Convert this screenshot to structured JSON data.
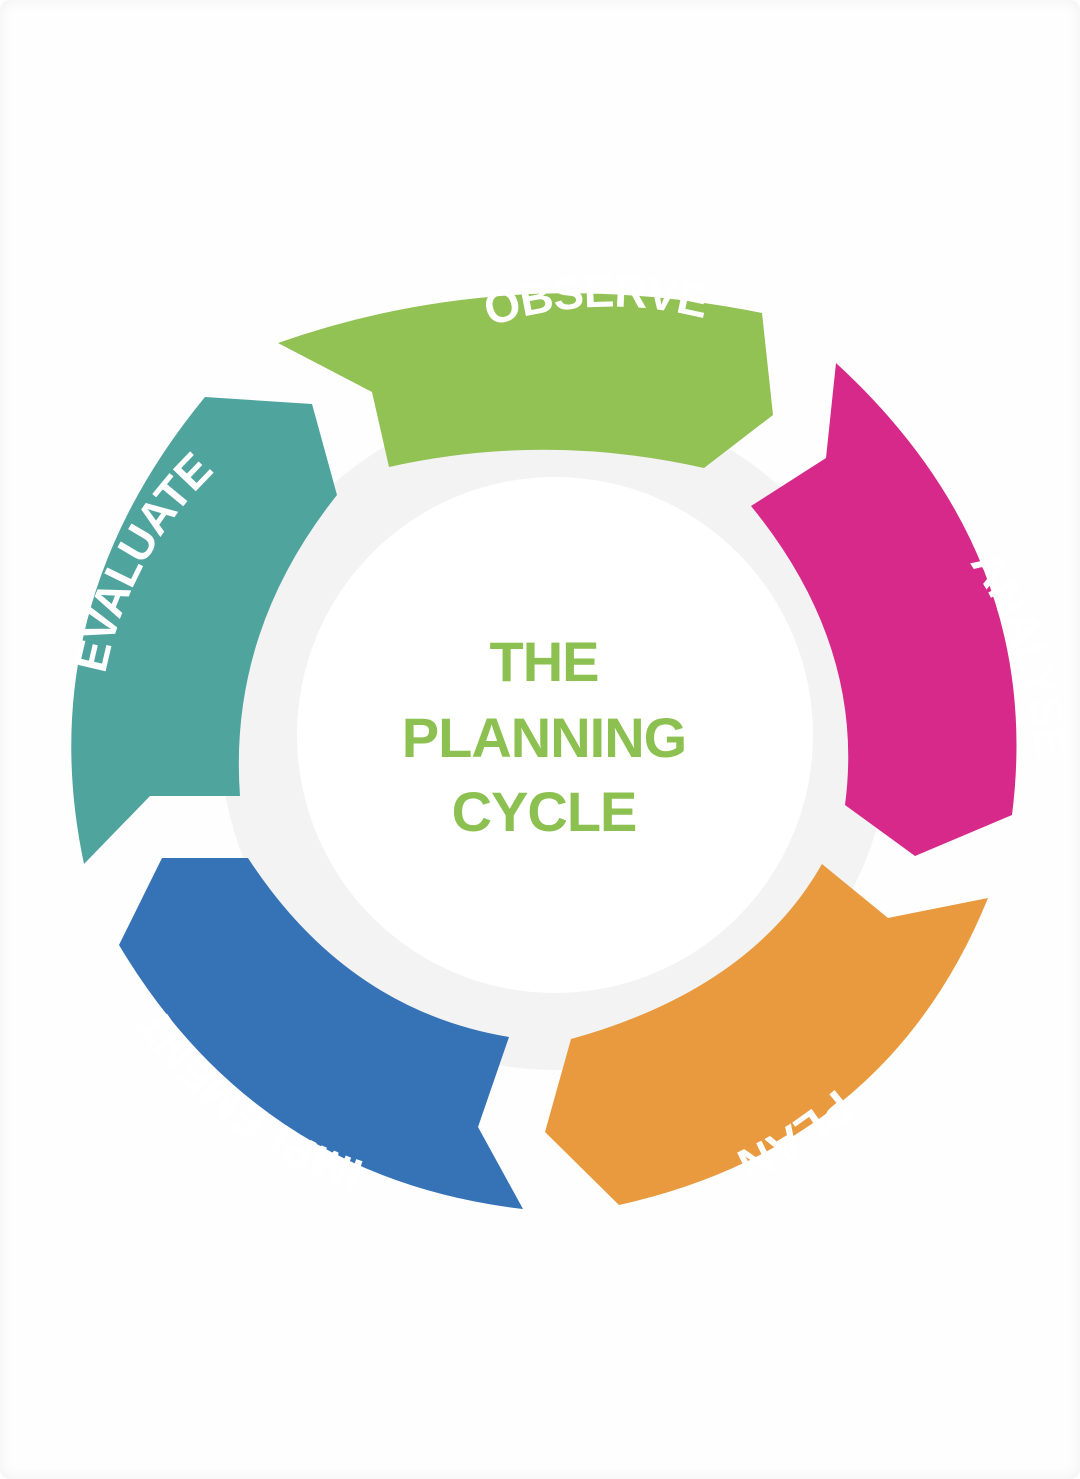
{
  "center": {
    "lines": [
      "THE",
      "PLANNING",
      "CYCLE"
    ],
    "color": "#8cc152"
  },
  "colors": {
    "observe": "#92c154",
    "analyse": "#d6298a",
    "plan": "#e99a3e",
    "implement": "#3572b6",
    "evaluate": "#4fa49e",
    "ring": "#f3f3f4",
    "hub": "#ffffff"
  },
  "stages": {
    "observe": "OBSERVE",
    "analyse": "ANALYSE",
    "plan": "PLAN",
    "implement": "IMPLEMENT",
    "evaluate": "EVALUATE"
  }
}
